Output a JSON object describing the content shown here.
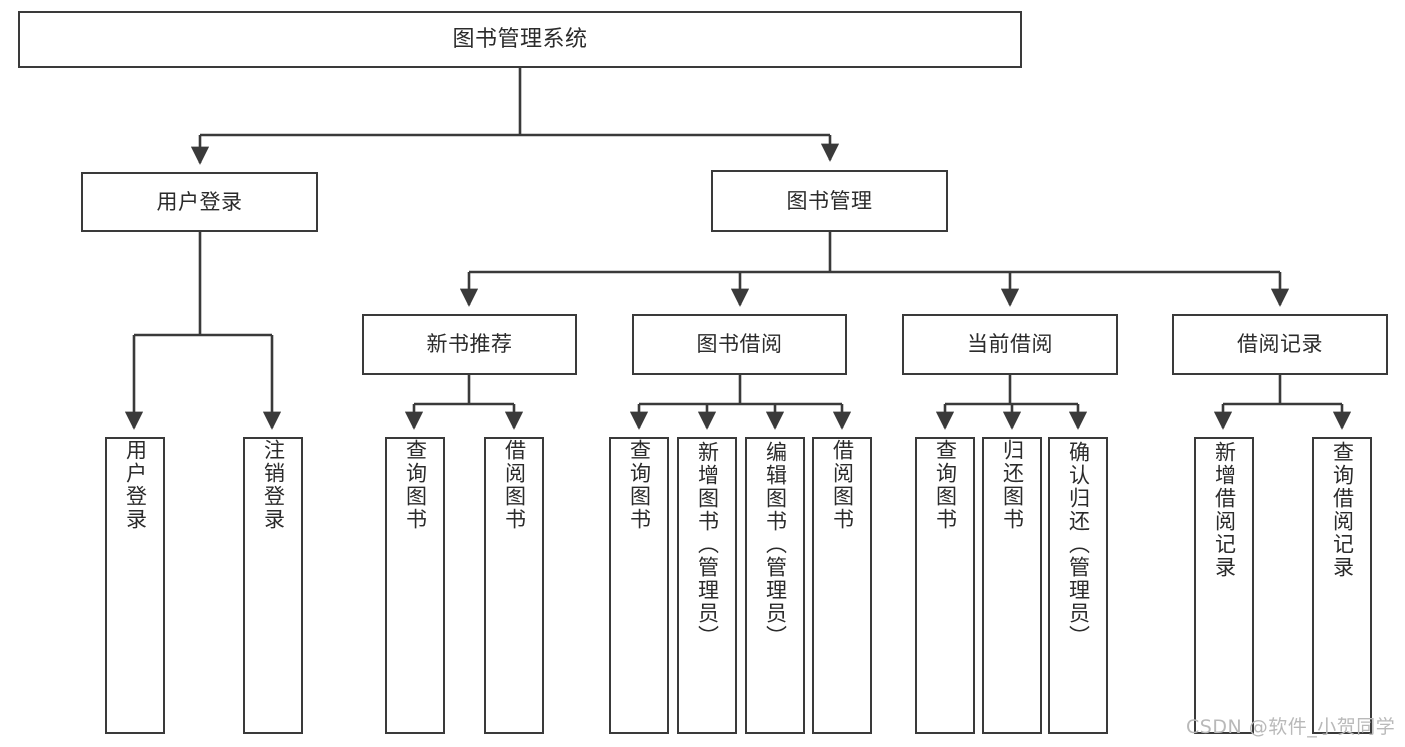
{
  "diagram": {
    "type": "tree-hierarchy-diagram",
    "title": "图书管理系统",
    "colors": {
      "stroke": "#3a3a3a",
      "fill": "#ffffff",
      "text": "#2b2b2b",
      "watermark": "#b9b9b9",
      "background": "#ffffff"
    },
    "root": {
      "label": "图书管理系统"
    },
    "level1": [
      {
        "id": "user-login",
        "label": "用户登录"
      },
      {
        "id": "book-manage",
        "label": "图书管理"
      }
    ],
    "level2": [
      {
        "id": "new-book-rec",
        "label": "新书推荐",
        "parent": "book-manage"
      },
      {
        "id": "book-borrow",
        "label": "图书借阅",
        "parent": "book-manage"
      },
      {
        "id": "current-borrow",
        "label": "当前借阅",
        "parent": "book-manage"
      },
      {
        "id": "borrow-record",
        "label": "借阅记录",
        "parent": "book-manage"
      }
    ],
    "leaves": {
      "user-login": [
        {
          "id": "leaf-user-login",
          "label": "用户登录"
        },
        {
          "id": "leaf-logout",
          "label": "注销登录"
        }
      ],
      "new-book-rec": [
        {
          "id": "leaf-query-book-1",
          "label": "查询图书"
        },
        {
          "id": "leaf-borrow-book-1",
          "label": "借阅图书"
        }
      ],
      "book-borrow": [
        {
          "id": "leaf-query-book-2",
          "label": "查询图书"
        },
        {
          "id": "leaf-add-book",
          "label": "新增图书（管理员）"
        },
        {
          "id": "leaf-edit-book",
          "label": "编辑图书（管理员）"
        },
        {
          "id": "leaf-borrow-book-2",
          "label": "借阅图书"
        }
      ],
      "current-borrow": [
        {
          "id": "leaf-query-book-3",
          "label": "查询图书"
        },
        {
          "id": "leaf-return-book",
          "label": "归还图书"
        },
        {
          "id": "leaf-confirm-return",
          "label": "确认归还（管理员）"
        }
      ],
      "borrow-record": [
        {
          "id": "leaf-add-record",
          "label": "新增借阅记录"
        },
        {
          "id": "leaf-query-record",
          "label": "查询借阅记录"
        }
      ]
    }
  },
  "watermark": {
    "text": "CSDN @软件_小贺同学"
  }
}
